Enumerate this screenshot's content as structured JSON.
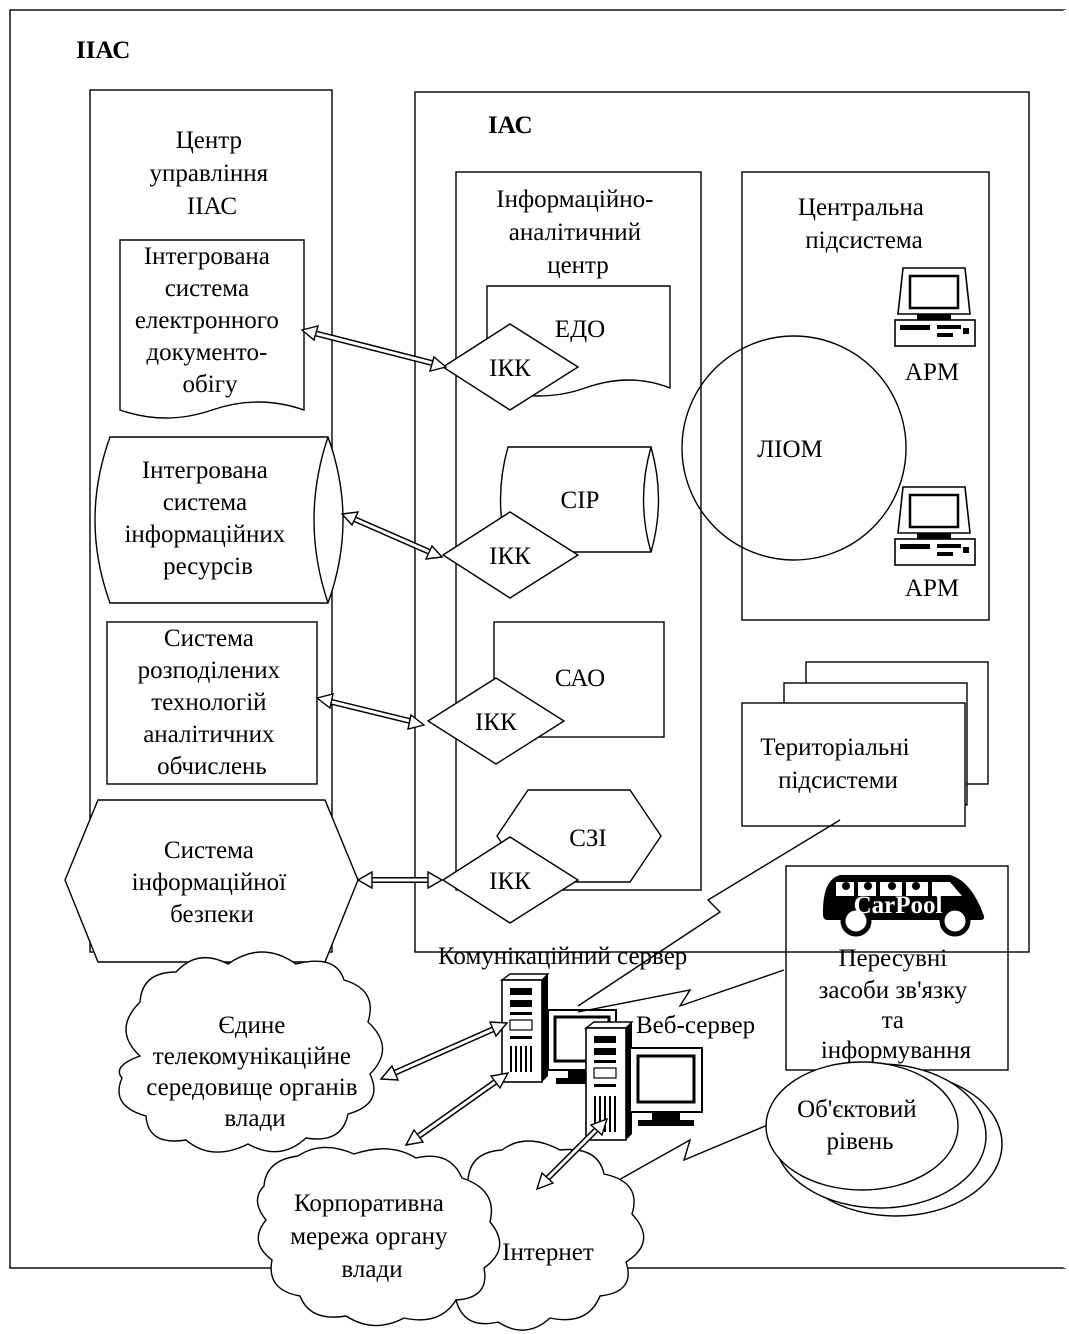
{
  "outer_title": "ІІАС",
  "center": {
    "title_lines": [
      "Центр",
      "управління",
      "ІІАС"
    ],
    "doc_lines": [
      "Інтегрована",
      "система",
      "електронного",
      "документо-",
      "обігу"
    ],
    "res_lines": [
      "Інтегрована",
      "система",
      "інформаційних",
      "ресурсів"
    ],
    "tech_lines": [
      "Система",
      "розподілених",
      "технологій",
      "аналітичних",
      "обчислень"
    ],
    "sec_lines": [
      "Система",
      "інформаційної",
      "безпеки"
    ]
  },
  "iac": {
    "title": "ІАС",
    "ic_title_lines": [
      "Інформаційно-",
      "аналітичний",
      "центр"
    ],
    "edo": "ЕДО",
    "sir": "СІР",
    "sao": "САО",
    "szi": "СЗІ",
    "ikk": "ІКК"
  },
  "central": {
    "title_lines": [
      "Центральна",
      "підсистема"
    ],
    "liom": "ЛІОМ",
    "arm": "АРМ"
  },
  "territorial_lines": [
    "Територіальні",
    "підсистеми"
  ],
  "mobile": {
    "car_label": "CarPool",
    "lines": [
      "Пересувні",
      "засоби зв'язку",
      "та",
      "інформування"
    ]
  },
  "servers": {
    "comm": "Комунікаційний сервер",
    "web": "Веб-сервер"
  },
  "clouds": {
    "unified_lines": [
      "Єдине",
      "телекомунікаційне",
      "середовище органів",
      "влади"
    ],
    "corporate_lines": [
      "Корпоративна",
      "мережа органу",
      "влади"
    ],
    "internet": "Інтернет"
  },
  "object_level_lines": [
    "Об'єктовий",
    "рівень"
  ]
}
